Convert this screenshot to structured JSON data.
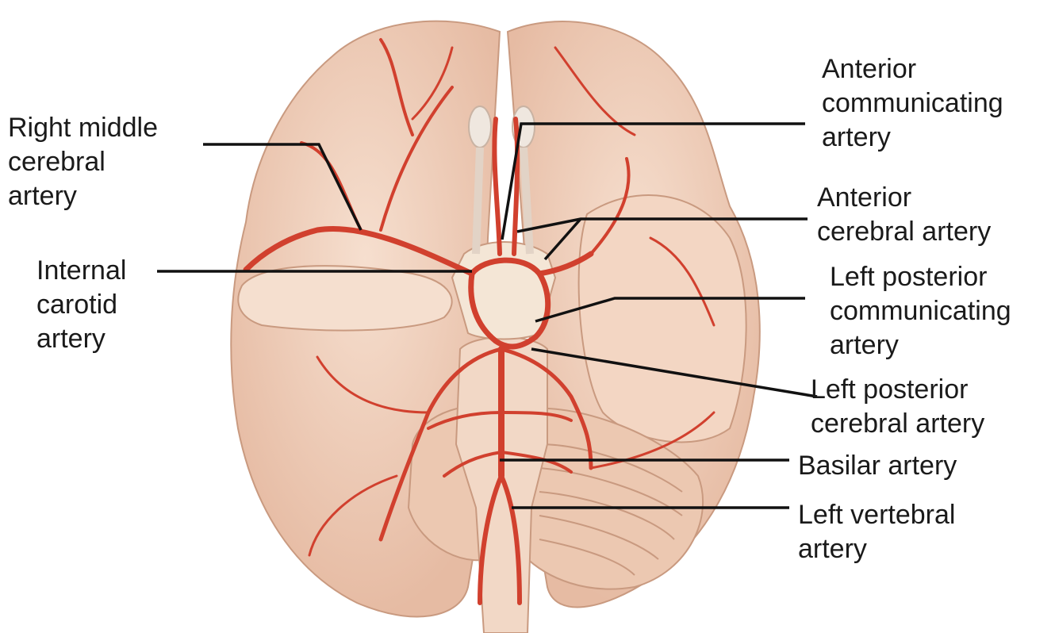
{
  "labels": {
    "right_middle_cerebral": [
      "Right middle",
      "cerebral",
      "artery"
    ],
    "internal_carotid": [
      "Internal",
      "carotid",
      "artery"
    ],
    "anterior_communicating": [
      "Anterior",
      "communicating",
      "artery"
    ],
    "anterior_cerebral": [
      "Anterior",
      "cerebral artery"
    ],
    "left_posterior_communicating": [
      "Left posterior",
      "communicating",
      "artery"
    ],
    "left_posterior_cerebral": [
      "Left posterior",
      "cerebral artery"
    ],
    "basilar": [
      "Basilar artery"
    ],
    "left_vertebral": [
      "Left vertebral",
      "artery"
    ]
  },
  "colors": {
    "brain_tissue": "#f1d2bd",
    "brain_shadow": "#d9ad94",
    "artery": "#d1402e",
    "leader_line": "#111111",
    "text": "#1a1a1a"
  }
}
